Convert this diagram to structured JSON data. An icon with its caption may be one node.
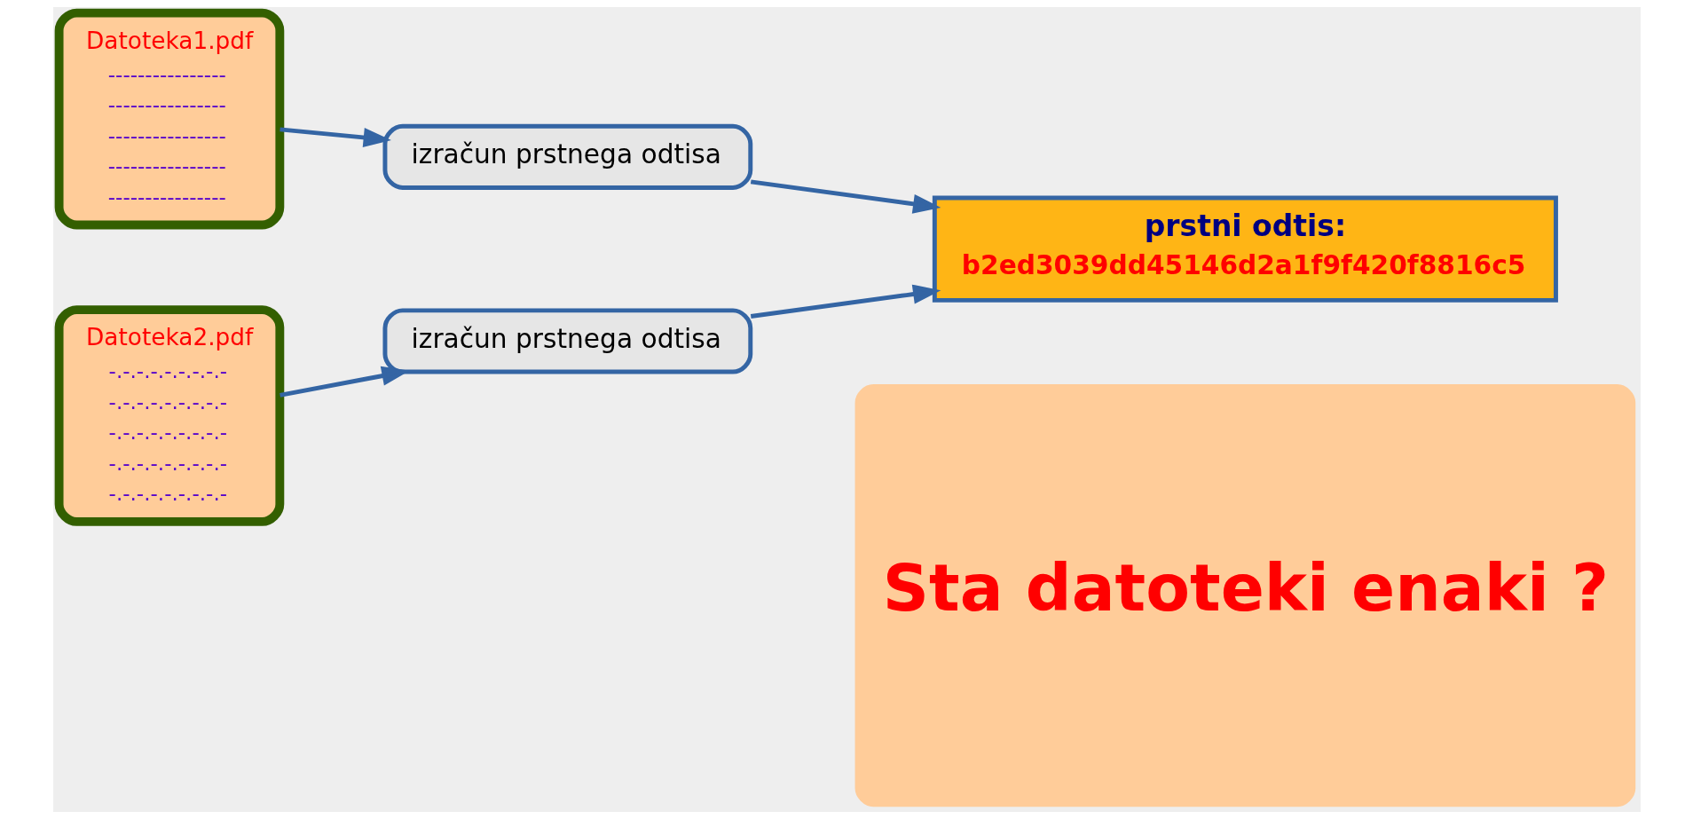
{
  "diagram": {
    "nodes": [
      {
        "text": [
          "Datoteka1.pdf",
          "----------------",
          "----------------",
          "----------------",
          "----------------",
          "----------------"
        ]
      },
      {
        "text": [
          "izračun prstnega odtisa"
        ]
      },
      {
        "text": [
          "prstni odtis:",
          "b2ed3039dd45146d2a1f9f420f8816c5"
        ]
      },
      {
        "text": [
          "Datoteka2.pdf",
          "-.-.-.-.-.-.-.-.-",
          "-.-.-.-.-.-.-.-.-",
          "-.-.-.-.-.-.-.-.-",
          "-.-.-.-.-.-.-.-.-",
          "-.-.-.-.-.-.-.-.-"
        ]
      },
      {
        "text": [
          "izračun prstnega odtisa"
        ]
      },
      {
        "text": [
          "Sta datoteki enaki ?"
        ]
      }
    ],
    "edges": [
      {
        "from": 0,
        "to": 1,
        "arrow": "to"
      },
      {
        "from": 1,
        "to": 2,
        "arrow": "to"
      },
      {
        "from": 3,
        "to": 4,
        "arrow": "to"
      },
      {
        "from": 4,
        "to": 2,
        "arrow": "to"
      }
    ]
  }
}
